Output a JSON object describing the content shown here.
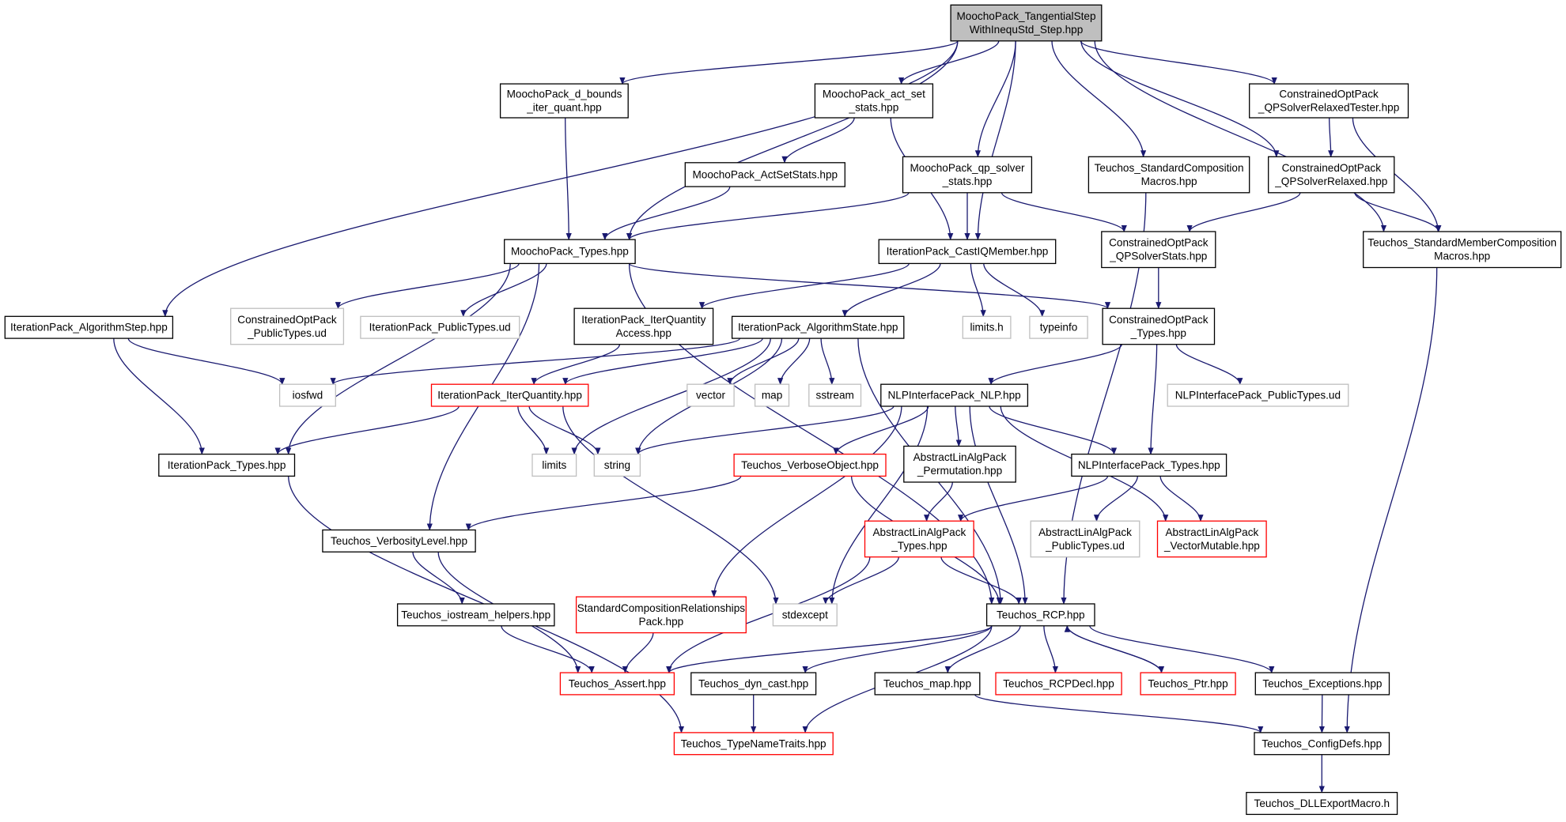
{
  "colors": {
    "edge": "#191970",
    "root_fill": "#bfbfbf",
    "node_border": "#000000",
    "missing_border": "#ff0000",
    "undocumented_border": "#bfbfbf",
    "text": "#000000"
  },
  "nodes": [
    {
      "id": "root",
      "lines": [
        "MoochoPack_TangentialStep",
        "WithInequStd_Step.hpp"
      ],
      "style": "root"
    },
    {
      "id": "dbounds",
      "lines": [
        "MoochoPack_d_bounds",
        "_iter_quant.hpp"
      ],
      "style": "normal"
    },
    {
      "id": "actset",
      "lines": [
        "MoochoPack_act_set",
        "_stats.hpp"
      ],
      "style": "normal"
    },
    {
      "id": "cotester",
      "lines": [
        "ConstrainedOptPack",
        "_QPSolverRelaxedTester.hpp"
      ],
      "style": "normal"
    },
    {
      "id": "qpsolver",
      "lines": [
        "MoochoPack_qp_solver",
        "_stats.hpp"
      ],
      "style": "normal"
    },
    {
      "id": "actsetstats",
      "lines": [
        "MoochoPack_ActSetStats.hpp"
      ],
      "style": "normal"
    },
    {
      "id": "stdcomp",
      "lines": [
        "Teuchos_StandardComposition",
        "Macros.hpp"
      ],
      "style": "normal"
    },
    {
      "id": "corelaxed",
      "lines": [
        "ConstrainedOptPack",
        "_QPSolverRelaxed.hpp"
      ],
      "style": "normal"
    },
    {
      "id": "mptypes",
      "lines": [
        "MoochoPack_Types.hpp"
      ],
      "style": "normal"
    },
    {
      "id": "castiq",
      "lines": [
        "IterationPack_CastIQMember.hpp"
      ],
      "style": "normal"
    },
    {
      "id": "costats",
      "lines": [
        "ConstrainedOptPack",
        "_QPSolverStats.hpp"
      ],
      "style": "normal"
    },
    {
      "id": "stdmember",
      "lines": [
        "Teuchos_StandardMemberComposition",
        "Macros.hpp"
      ],
      "style": "normal"
    },
    {
      "id": "algstep",
      "lines": [
        "IterationPack_AlgorithmStep.hpp"
      ],
      "style": "normal"
    },
    {
      "id": "copubud",
      "lines": [
        "ConstrainedOptPack",
        "_PublicTypes.ud"
      ],
      "style": "undoc"
    },
    {
      "id": "itpubud",
      "lines": [
        "IterationPack_PublicTypes.ud"
      ],
      "style": "undoc"
    },
    {
      "id": "iqaccess",
      "lines": [
        "IterationPack_IterQuantity",
        "Access.hpp"
      ],
      "style": "normal"
    },
    {
      "id": "algstate",
      "lines": [
        "IterationPack_AlgorithmState.hpp"
      ],
      "style": "normal"
    },
    {
      "id": "limitsh",
      "lines": [
        "limits.h"
      ],
      "style": "undoc"
    },
    {
      "id": "typeinfo",
      "lines": [
        "typeinfo"
      ],
      "style": "undoc"
    },
    {
      "id": "cotypes",
      "lines": [
        "ConstrainedOptPack",
        "_Types.hpp"
      ],
      "style": "normal"
    },
    {
      "id": "iosfwd",
      "lines": [
        "iosfwd"
      ],
      "style": "undoc"
    },
    {
      "id": "iterq",
      "lines": [
        "IterationPack_IterQuantity.hpp"
      ],
      "style": "missing"
    },
    {
      "id": "vector",
      "lines": [
        "vector"
      ],
      "style": "undoc"
    },
    {
      "id": "map",
      "lines": [
        "map"
      ],
      "style": "undoc"
    },
    {
      "id": "sstream",
      "lines": [
        "sstream"
      ],
      "style": "undoc"
    },
    {
      "id": "nlp",
      "lines": [
        "NLPInterfacePack_NLP.hpp"
      ],
      "style": "normal"
    },
    {
      "id": "nlppubud",
      "lines": [
        "NLPInterfacePack_PublicTypes.ud"
      ],
      "style": "undoc"
    },
    {
      "id": "ittypes",
      "lines": [
        "IterationPack_Types.hpp"
      ],
      "style": "normal"
    },
    {
      "id": "limits",
      "lines": [
        "limits"
      ],
      "style": "undoc"
    },
    {
      "id": "string",
      "lines": [
        "string"
      ],
      "style": "undoc"
    },
    {
      "id": "verbose",
      "lines": [
        "Teuchos_VerboseObject.hpp"
      ],
      "style": "missing"
    },
    {
      "id": "perm",
      "lines": [
        "AbstractLinAlgPack",
        "_Permutation.hpp"
      ],
      "style": "normal"
    },
    {
      "id": "nlptypes",
      "lines": [
        "NLPInterfacePack_Types.hpp"
      ],
      "style": "normal"
    },
    {
      "id": "verbosity",
      "lines": [
        "Teuchos_VerbosityLevel.hpp"
      ],
      "style": "normal"
    },
    {
      "id": "alatypes",
      "lines": [
        "AbstractLinAlgPack",
        "_Types.hpp"
      ],
      "style": "missing"
    },
    {
      "id": "alapubud",
      "lines": [
        "AbstractLinAlgPack",
        "_PublicTypes.ud"
      ],
      "style": "undoc"
    },
    {
      "id": "alavec",
      "lines": [
        "AbstractLinAlgPack",
        "_VectorMutable.hpp"
      ],
      "style": "missing"
    },
    {
      "id": "iohelp",
      "lines": [
        "Teuchos_iostream_helpers.hpp"
      ],
      "style": "normal"
    },
    {
      "id": "stdrel",
      "lines": [
        "StandardCompositionRelationships",
        "Pack.hpp"
      ],
      "style": "missing"
    },
    {
      "id": "stdexcept",
      "lines": [
        "stdexcept"
      ],
      "style": "undoc"
    },
    {
      "id": "rcp",
      "lines": [
        "Teuchos_RCP.hpp"
      ],
      "style": "normal"
    },
    {
      "id": "assert",
      "lines": [
        "Teuchos_Assert.hpp"
      ],
      "style": "missing"
    },
    {
      "id": "dyncast",
      "lines": [
        "Teuchos_dyn_cast.hpp"
      ],
      "style": "normal"
    },
    {
      "id": "tmap",
      "lines": [
        "Teuchos_map.hpp"
      ],
      "style": "normal"
    },
    {
      "id": "rcpdecl",
      "lines": [
        "Teuchos_RCPDecl.hpp"
      ],
      "style": "missing"
    },
    {
      "id": "ptr",
      "lines": [
        "Teuchos_Ptr.hpp"
      ],
      "style": "missing"
    },
    {
      "id": "exceptions",
      "lines": [
        "Teuchos_Exceptions.hpp"
      ],
      "style": "normal"
    },
    {
      "id": "typename",
      "lines": [
        "Teuchos_TypeNameTraits.hpp"
      ],
      "style": "missing"
    },
    {
      "id": "configdefs",
      "lines": [
        "Teuchos_ConfigDefs.hpp"
      ],
      "style": "normal"
    },
    {
      "id": "dllexport",
      "lines": [
        "Teuchos_DLLExportMacro.h"
      ],
      "style": "normal"
    }
  ],
  "edges": [
    [
      "root",
      "algstep"
    ],
    [
      "root",
      "dbounds"
    ],
    [
      "root",
      "mptypes"
    ],
    [
      "root",
      "actset"
    ],
    [
      "root",
      "qpsolver"
    ],
    [
      "root",
      "castiq"
    ],
    [
      "root",
      "stdcomp"
    ],
    [
      "root",
      "cotester"
    ],
    [
      "root",
      "corelaxed"
    ],
    [
      "root",
      "stdmember"
    ],
    [
      "dbounds",
      "mptypes"
    ],
    [
      "actset",
      "actsetstats"
    ],
    [
      "actset",
      "castiq"
    ],
    [
      "actsetstats",
      "mptypes"
    ],
    [
      "qpsolver",
      "mptypes"
    ],
    [
      "qpsolver",
      "castiq"
    ],
    [
      "qpsolver",
      "costats"
    ],
    [
      "cotester",
      "corelaxed"
    ],
    [
      "cotester",
      "stdmember"
    ],
    [
      "corelaxed",
      "costats"
    ],
    [
      "corelaxed",
      "stdmember"
    ],
    [
      "stdcomp",
      "rcp"
    ],
    [
      "stdmember",
      "configdefs"
    ],
    [
      "mptypes",
      "ittypes"
    ],
    [
      "mptypes",
      "copubud"
    ],
    [
      "mptypes",
      "itpubud"
    ],
    [
      "mptypes",
      "verbosity"
    ],
    [
      "mptypes",
      "cotypes"
    ],
    [
      "mptypes",
      "rcp"
    ],
    [
      "castiq",
      "iqaccess"
    ],
    [
      "castiq",
      "algstate"
    ],
    [
      "castiq",
      "limitsh"
    ],
    [
      "castiq",
      "typeinfo"
    ],
    [
      "costats",
      "cotypes"
    ],
    [
      "algstep",
      "iosfwd"
    ],
    [
      "algstep",
      "ittypes"
    ],
    [
      "iqaccess",
      "iterq"
    ],
    [
      "algstate",
      "iosfwd"
    ],
    [
      "algstate",
      "iterq"
    ],
    [
      "algstate",
      "vector"
    ],
    [
      "algstate",
      "map"
    ],
    [
      "algstate",
      "sstream"
    ],
    [
      "algstate",
      "limits"
    ],
    [
      "algstate",
      "string"
    ],
    [
      "algstate",
      "rcp"
    ],
    [
      "iterq",
      "ittypes"
    ],
    [
      "iterq",
      "limits"
    ],
    [
      "iterq",
      "string"
    ],
    [
      "iterq",
      "stdexcept"
    ],
    [
      "cotypes",
      "nlp"
    ],
    [
      "cotypes",
      "nlptypes"
    ],
    [
      "cotypes",
      "nlppubud"
    ],
    [
      "nlp",
      "string"
    ],
    [
      "nlp",
      "verbose"
    ],
    [
      "nlp",
      "perm"
    ],
    [
      "nlp",
      "nlptypes"
    ],
    [
      "nlp",
      "alavec"
    ],
    [
      "nlp",
      "stdrel"
    ],
    [
      "nlp",
      "stdexcept"
    ],
    [
      "nlp",
      "rcp"
    ],
    [
      "ittypes",
      "typename"
    ],
    [
      "verbose",
      "verbosity"
    ],
    [
      "verbose",
      "rcp"
    ],
    [
      "perm",
      "alatypes"
    ],
    [
      "nlptypes",
      "alatypes"
    ],
    [
      "nlptypes",
      "alapubud"
    ],
    [
      "nlptypes",
      "alavec"
    ],
    [
      "verbosity",
      "iohelp"
    ],
    [
      "verbosity",
      "assert"
    ],
    [
      "iohelp",
      "assert"
    ],
    [
      "alatypes",
      "stdexcept"
    ],
    [
      "alatypes",
      "rcp"
    ],
    [
      "alatypes",
      "assert"
    ],
    [
      "stdrel",
      "assert"
    ],
    [
      "rcp",
      "assert"
    ],
    [
      "rcp",
      "dyncast"
    ],
    [
      "rcp",
      "tmap"
    ],
    [
      "rcp",
      "rcpdecl"
    ],
    [
      "rcp",
      "ptr"
    ],
    [
      "rcp",
      "exceptions"
    ],
    [
      "rcp",
      "typename"
    ],
    [
      "ptr",
      "rcp"
    ],
    [
      "dyncast",
      "typename"
    ],
    [
      "tmap",
      "configdefs"
    ],
    [
      "exceptions",
      "configdefs"
    ],
    [
      "configdefs",
      "dllexport"
    ]
  ]
}
